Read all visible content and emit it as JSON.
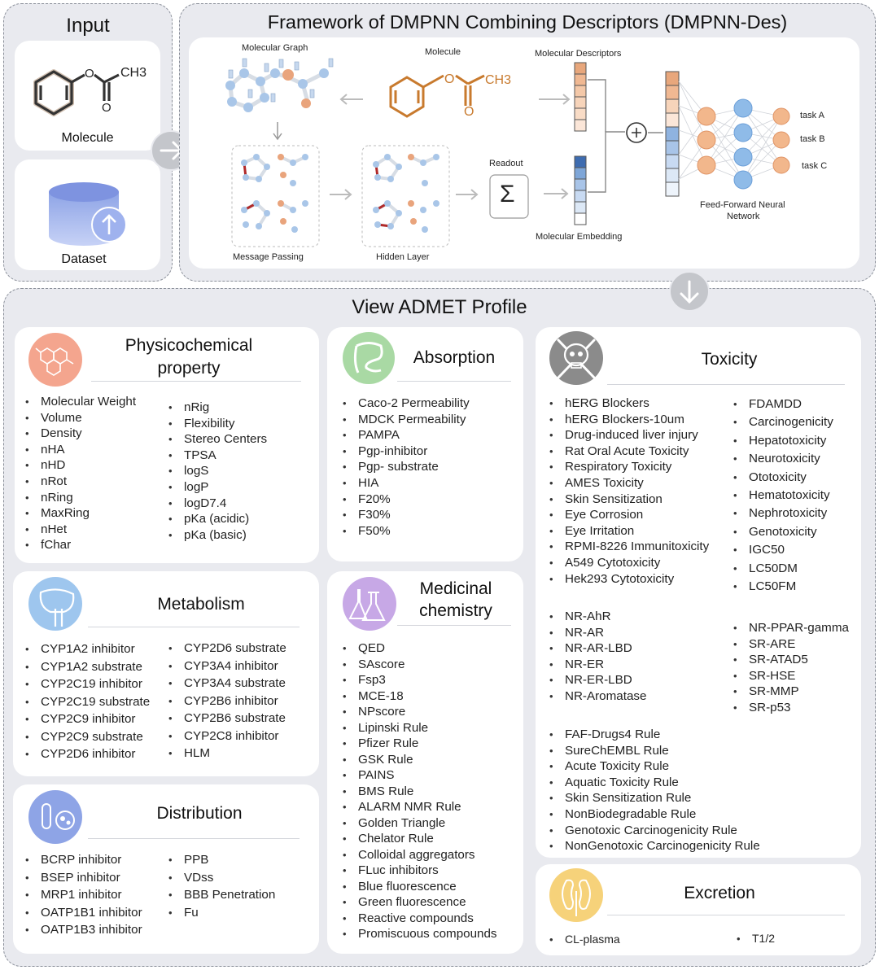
{
  "input": {
    "title": "Input",
    "molecule_label": "Molecule",
    "dataset_label": "Dataset",
    "ch3": "CH3",
    "o": "O"
  },
  "framework": {
    "title": "Framework of DMPNN Combining Descriptors (DMPNN-Des)",
    "molecular_graph": "Molecular Graph",
    "molecule": "Molecule",
    "molecular_descriptors": "Molecular Descriptors",
    "message_passing": "Message Passing",
    "hidden_layer": "Hidden Layer",
    "readout": "Readout",
    "sigma": "Σ",
    "molecular_embedding": "Molecular Embedding",
    "ffnn_line1": "Feed-Forward Neural",
    "ffnn_line2": "Network",
    "tasks": [
      "task A",
      "task B",
      "task C"
    ],
    "plus": "⊕"
  },
  "admet": {
    "title": "View ADMET Profile",
    "physchem": {
      "title_line1": "Physicochemical",
      "title_line2": "property",
      "col1": [
        "Molecular Weight",
        "Volume",
        "Density",
        "nHA",
        "nHD",
        "nRot",
        "nRing",
        "MaxRing",
        "nHet",
        "fChar"
      ],
      "col2": [
        "nRig",
        "Flexibility",
        "Stereo Centers",
        "TPSA",
        "logS",
        "logP",
        "logD7.4",
        "pKa (acidic)",
        "pKa (basic)"
      ]
    },
    "absorption": {
      "title": "Absorption",
      "items": [
        "Caco-2 Permeability",
        "MDCK Permeability",
        "PAMPA",
        "Pgp-inhibitor",
        "Pgp- substrate",
        "HIA",
        "F20%",
        "F30%",
        "F50%"
      ]
    },
    "toxicity": {
      "title": "Toxicity",
      "col1": [
        "hERG Blockers",
        "hERG Blockers-10um",
        "Drug-induced liver injury",
        "Rat Oral Acute Toxicity",
        "Respiratory Toxicity",
        "AMES Toxicity",
        "Skin Sensitization",
        "Eye Corrosion",
        "Eye Irritation",
        "RPMI-8226 Immunitoxicity",
        "A549 Cytotoxicity",
        "Hek293 Cytotoxicity"
      ],
      "col2": [
        "FDAMDD",
        "Carcinogenicity",
        "Hepatotoxicity",
        "Neurotoxicity",
        "Ototoxicity",
        "Hematotoxicity",
        "Nephrotoxicity",
        "Genotoxicity",
        "IGC50",
        "LC50DM",
        "LC50FM"
      ],
      "nr_col1": [
        "NR-AhR",
        "NR-AR",
        "NR-AR-LBD",
        "NR-ER",
        "NR-ER-LBD",
        "NR-Aromatase"
      ],
      "nr_col2": [
        "NR-PPAR-gamma",
        "SR-ARE",
        "SR-ATAD5",
        "SR-HSE",
        "SR-MMP",
        "SR-p53"
      ],
      "rules": [
        "FAF-Drugs4 Rule",
        "SureChEMBL Rule",
        "Acute Toxicity Rule",
        "Aquatic Toxicity Rule",
        "Skin Sensitization Rule",
        "NonBiodegradable Rule",
        "Genotoxic Carcinogenicity Rule",
        "NonGenotoxic Carcinogenicity Rule"
      ]
    },
    "metabolism": {
      "title": "Metabolism",
      "col1": [
        "CYP1A2 inhibitor",
        "CYP1A2 substrate",
        "CYP2C19 inhibitor",
        "CYP2C19 substrate",
        "CYP2C9 inhibitor",
        "CYP2C9 substrate",
        "CYP2D6 inhibitor"
      ],
      "col2": [
        "CYP2D6 substrate",
        "CYP3A4 inhibitor",
        "CYP3A4 substrate",
        "CYP2B6 inhibitor",
        "CYP2B6 substrate",
        "CYP2C8 inhibitor",
        "HLM"
      ]
    },
    "medchem": {
      "title_line1": "Medicinal",
      "title_line2": "chemistry",
      "items": [
        "QED",
        "SAscore",
        "Fsp3",
        "MCE-18",
        "NPscore",
        "Lipinski Rule",
        "Pfizer Rule",
        "GSK Rule",
        "PAINS",
        "BMS Rule",
        "ALARM NMR Rule",
        "Golden Triangle",
        "Chelator Rule",
        "Colloidal aggregators",
        "FLuc inhibitors",
        "Blue fluorescence",
        "Green fluorescence",
        "Reactive compounds",
        "Promiscuous compounds"
      ]
    },
    "distribution": {
      "title": "Distribution",
      "col1": [
        "BCRP inhibitor",
        "BSEP inhibitor",
        "MRP1 inhibitor",
        "OATP1B1 inhibitor",
        "OATP1B3 inhibitor"
      ],
      "col2": [
        "PPB",
        "VDss",
        "BBB Penetration",
        "Fu"
      ]
    },
    "excretion": {
      "title": "Excretion",
      "col1": [
        "CL-plasma"
      ],
      "col2": [
        "T1/2"
      ]
    }
  },
  "colors": {
    "accent_blue": "#a9c6e8",
    "accent_orange": "#e9a47c",
    "molecule_brown": "#c87a2e",
    "panel_bg": "#e9eaef"
  }
}
